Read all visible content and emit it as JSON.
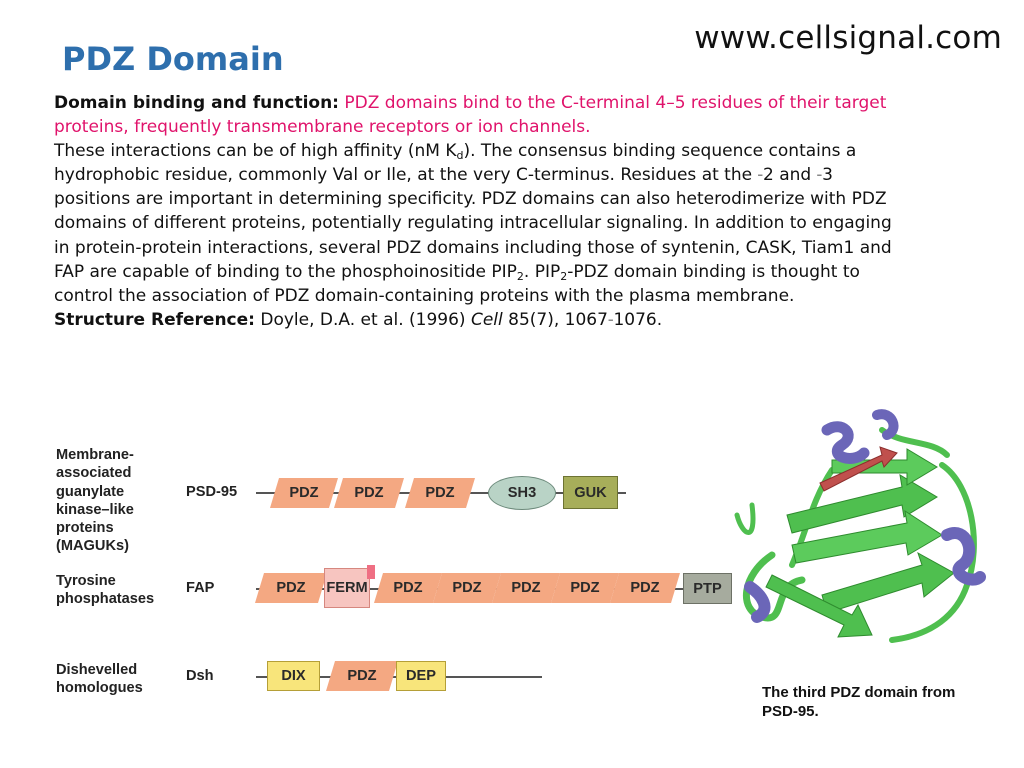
{
  "header": {
    "url": "www.cellsignal.com",
    "title": "PDZ Domain"
  },
  "description": {
    "lead": "Domain binding and function:",
    "highlight": "PDZ domains bind to the C-terminal 4–5 residues of their target proteins, frequently transmembrane receptors or ion channels.",
    "p1a": "These interactions can be of high affinity (nM K",
    "p1sub": "d",
    "p1b": "). The consensus binding sequence contains a hydrophobic residue, commonly Val or Ile, at the very C-terminus. Residues at the ",
    "p1dash1": "–",
    "p1c": "2 and ",
    "p1dash2": "–",
    "p1d": "3 positions are important in determining specificity. PDZ domains can also heterodimerize with PDZ domains of different proteins, potentially regulating intracellular signaling. In addition to engaging in protein-protein interactions, several PDZ domains including those of syntenin, CASK, Tiam1 and FAP are capable of binding to the phosphoinositide PIP",
    "p1sub2": "2",
    "p1e": ". PIP",
    "p1sub3": "2",
    "p1f": "-PDZ domain binding is thought to control the association of PDZ domain-containing proteins with the plasma membrane.",
    "ref_label": "Structure Reference:",
    "ref_authors": "Doyle, D.A. et al. (1996)",
    "ref_journal": "Cell",
    "ref_issue": "85(7), 1067",
    "ref_dash": "–",
    "ref_end": "1076."
  },
  "diagram": {
    "families": [
      {
        "name": "Membrane-\nassociated\nguanylate\nkinase–like\nproteins\n(MAGUKs)",
        "protein": "PSD-95",
        "domains": [
          "PDZ",
          "PDZ",
          "PDZ",
          "SH3",
          "GUK"
        ]
      },
      {
        "name": "Tyrosine\nphosphatases",
        "protein": "FAP",
        "domains": [
          "PDZ",
          "FERM",
          "PDZ",
          "PDZ",
          "PDZ",
          "PDZ",
          "PDZ",
          "PTP"
        ]
      },
      {
        "name": "Dishevelled\nhomologues",
        "protein": "Dsh",
        "domains": [
          "DIX",
          "PDZ",
          "DEP"
        ]
      }
    ],
    "colors": {
      "pdz": "#f4a882",
      "sh3": "#b9d3c6",
      "guk": "#a7ae5a",
      "ferm": "#f7c5c0",
      "ptp": "#a6ab9e",
      "dix_dep": "#f8e57b"
    }
  },
  "structure": {
    "caption": "The third PDZ domain from PSD-95.",
    "colors": {
      "strand": "#4fbf4f",
      "helix": "#6b66b8",
      "peptide": "#c0504d"
    }
  }
}
